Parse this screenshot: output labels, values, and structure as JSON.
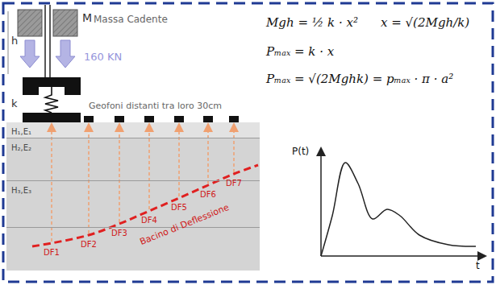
{
  "diagram": {
    "nodes": [
      {
        "text": [
          "H₁,E₁"
        ]
      },
      {
        "text": [
          "H₂,E₂"
        ]
      },
      {
        "text": [
          "H₃,E₃"
        ]
      }
    ],
    "labels": [
      "M",
      "Massa Cadente",
      "h",
      "160 KN",
      "k",
      "Geofoni distanti tra loro 30cm",
      "Mgh = ½ k · x²",
      "x = √(2Mgh/k)",
      "Pₘₐₓ = k · x",
      "Pₘₐₓ = √(2Mghk) = pₘₐₓ · π · a²",
      "P(t)",
      "t",
      "DF1",
      "DF2",
      "DF3",
      "DF4",
      "DF5",
      "DF6",
      "DF7",
      "Bacino di Deflessione"
    ]
  }
}
